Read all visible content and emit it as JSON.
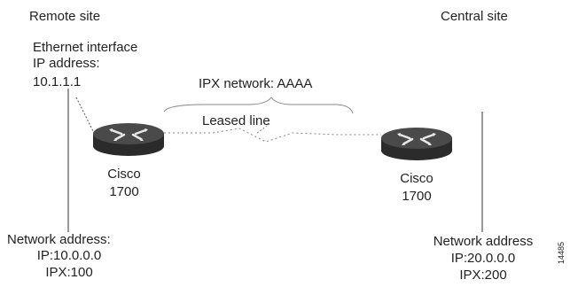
{
  "remote_site": {
    "title": "Remote site",
    "interface_line1": "Ethernet interface",
    "interface_line2": "IP address:",
    "interface_ip": "10.1.1.1",
    "router_name": "Cisco",
    "router_model": "1700",
    "network_title": "Network address:",
    "network_ip": "IP:10.0.0.0",
    "network_ipx": "IPX:100"
  },
  "central_site": {
    "title": "Central site",
    "router_name": "Cisco",
    "router_model": "1700",
    "network_title": "Network address",
    "network_ip": "IP:20.0.0.0",
    "network_ipx": "IPX:200"
  },
  "link": {
    "ipx_network": "IPX network: AAAA",
    "leased_line": "Leased line"
  },
  "figure_id": "14485",
  "colors": {
    "router_body": "#2b2b2b",
    "router_top": "#4a4a4a",
    "line": "#555555",
    "text": "#222222"
  },
  "icons": [
    "router-icon",
    "router-icon"
  ]
}
